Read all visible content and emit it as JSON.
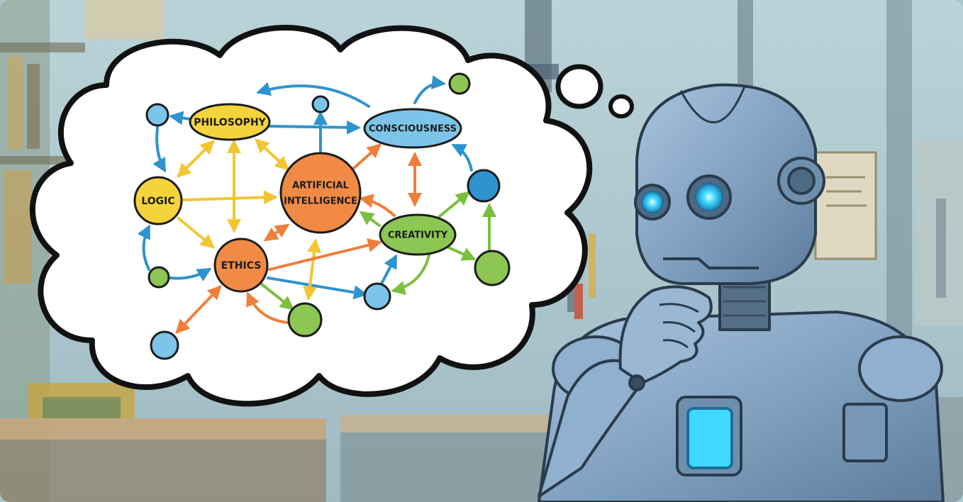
{
  "colors": {
    "background_wall": "#a9c6cf",
    "robot_metal": "#7f9fbf",
    "robot_eye": "#3fd8ff",
    "node_yellow": "#f5d33a",
    "node_orange": "#f08a45",
    "node_blue": "#7cc4ea",
    "node_green": "#8cc653",
    "arrow_blue": "#2e93cf",
    "arrow_yellow": "#f2c531",
    "arrow_orange": "#ee7f3b",
    "arrow_green": "#7cbf3f"
  },
  "concept_map": {
    "nodes": {
      "philosophy": "PHILOSOPHY",
      "consciousness": "CONSCIOUSNESS",
      "logic": "LOGIC",
      "ai_line1": "ARTIFICIAL",
      "ai_line2": "INTELLIGENCE",
      "creativity": "CREATIVITY",
      "ethics": "ETHICS"
    }
  },
  "icons": {
    "robot": "thinking-robot",
    "thought_bubble": "thought-bubble"
  }
}
